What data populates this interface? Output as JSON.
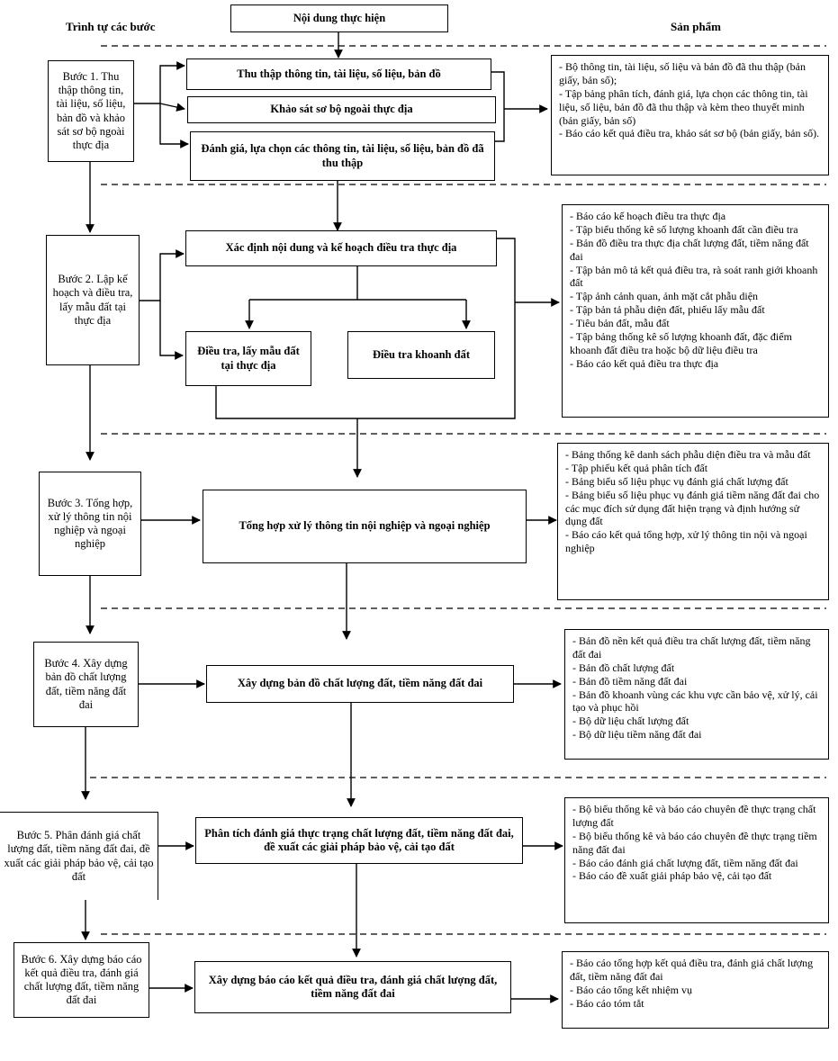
{
  "headers": {
    "steps": "Trình tự các bước",
    "content": "Nội dung thực hiện",
    "products": "Sản phẩm"
  },
  "steps": [
    "Bước 1. Thu thập thông tin, tài liệu, số liệu, bản đồ và khảo sát sơ bộ ngoài thực địa",
    "Bước 2. Lập kế hoạch và điều tra, lấy mẫu đất tại thực địa",
    "Bước 3. Tổng hợp, xử lý thông tin nội nghiệp và ngoại nghiệp",
    "Bước 4. Xây dựng bản đồ chất lượng đất, tiềm năng đất đai",
    "Bước 5. Phân đánh giá chất lượng đất, tiềm năng đất đai, đề xuất các giải pháp bảo vệ, cải tạo đất",
    "Bước 6. Xây dựng báo cáo kết quả điều tra, đánh giá chất lượng đất, tiềm năng đất đai"
  ],
  "tasks": {
    "s1_collect": "Thu thập thông tin, tài liệu, số liệu, bản đồ",
    "s1_survey": "Khảo sát sơ bộ ngoài thực địa",
    "s1_evaluate": "Đánh giá, lựa chọn các thông tin, tài liệu, số liệu, bản đồ đã thu thập",
    "s2_plan": "Xác định nội dung và kế hoạch điều tra thực địa",
    "s2_sample": "Điều tra, lấy mẫu đất tại thực địa",
    "s2_parcel": "Điều tra khoanh đất",
    "s3": "Tổng hợp xử lý thông tin nội nghiệp và ngoại nghiệp",
    "s4": "Xây dựng bản đồ chất lượng đất, tiềm năng đất đai",
    "s5": "Phân tích đánh giá thực trạng chất lượng đất, tiềm năng đất đai, đề xuất các giải pháp bảo vệ, cải tạo đất",
    "s6": "Xây dựng báo cáo kết quả điều tra, đánh giá chất lượng đất, tiềm năng đất đai"
  },
  "products": [
    [
      "- Bộ thông tin, tài liệu, số liệu và bản đồ đã thu thập (bản giấy, bản số);",
      "- Tập bảng phân tích, đánh giá, lựa chọn các thông tin, tài liệu, số liệu, bản đồ đã thu thập và kèm theo thuyết minh (bản giấy, bản số)",
      "- Báo cáo kết quả điều tra, khảo sát sơ bộ (bản giấy, bản số)."
    ],
    [
      "- Báo cáo kế hoạch điều tra thực địa",
      "- Tập biểu thống kê số lượng khoanh đất cần điều tra",
      "- Bản đồ điều tra thực địa chất lượng đất, tiềm năng đất đai",
      "- Tập bản mô tả kết quả điều tra, rà soát ranh giới khoanh đất",
      "- Tập ảnh cảnh quan, ảnh mặt cắt phẫu diện",
      "- Tập bản tả phẫu diện đất, phiếu lấy mẫu đất",
      "- Tiêu bản đất, mẫu đất",
      "- Tập bảng thống kê số lượng khoanh đất, đặc điểm khoanh đất điều tra hoặc bộ dữ liệu điều tra",
      "- Báo cáo kết quả điều tra thực địa"
    ],
    [
      "- Bảng thống kê danh sách phẫu diện điều tra và mẫu đất",
      "- Tập phiếu kết quả phân tích đất",
      "- Bảng biểu số liệu phục vụ đánh giá chất lượng đất",
      "- Bảng biểu số liệu phục vụ đánh giá tiềm năng đất đai cho các mục đích sử dụng đất hiện trạng và định hướng sử dụng đất",
      "- Báo cáo kết quả tổng hợp, xử lý thông tin nội và ngoại nghiệp"
    ],
    [
      "- Bản đồ nền kết quả điều tra chất lượng đất, tiềm năng đất đai",
      "- Bản đồ chất lượng đất",
      "- Bản đồ tiềm năng đất đai",
      "- Bản đồ khoanh vùng các khu vực cần bảo vệ, xử lý, cải tạo và phục hồi",
      "- Bộ dữ liệu chất lượng đất",
      "- Bộ dữ liệu tiềm năng đất đai"
    ],
    [
      "- Bộ biểu thống kê và báo cáo chuyên đề thực trạng chất lượng đất",
      "- Bộ biểu thống kê và báo cáo chuyên đề thực trạng tiềm năng đất đai",
      "- Báo cáo đánh giá chất lượng đất, tiềm năng đất đai",
      "- Báo cáo đề xuất giải pháp bảo vệ, cải tạo đất"
    ],
    [
      "- Báo cáo tổng hợp kết quả điều tra, đánh giá chất lượng đất, tiềm năng đất đai",
      "- Báo cáo tổng kết nhiệm vụ",
      "- Báo cáo tóm tắt"
    ]
  ]
}
